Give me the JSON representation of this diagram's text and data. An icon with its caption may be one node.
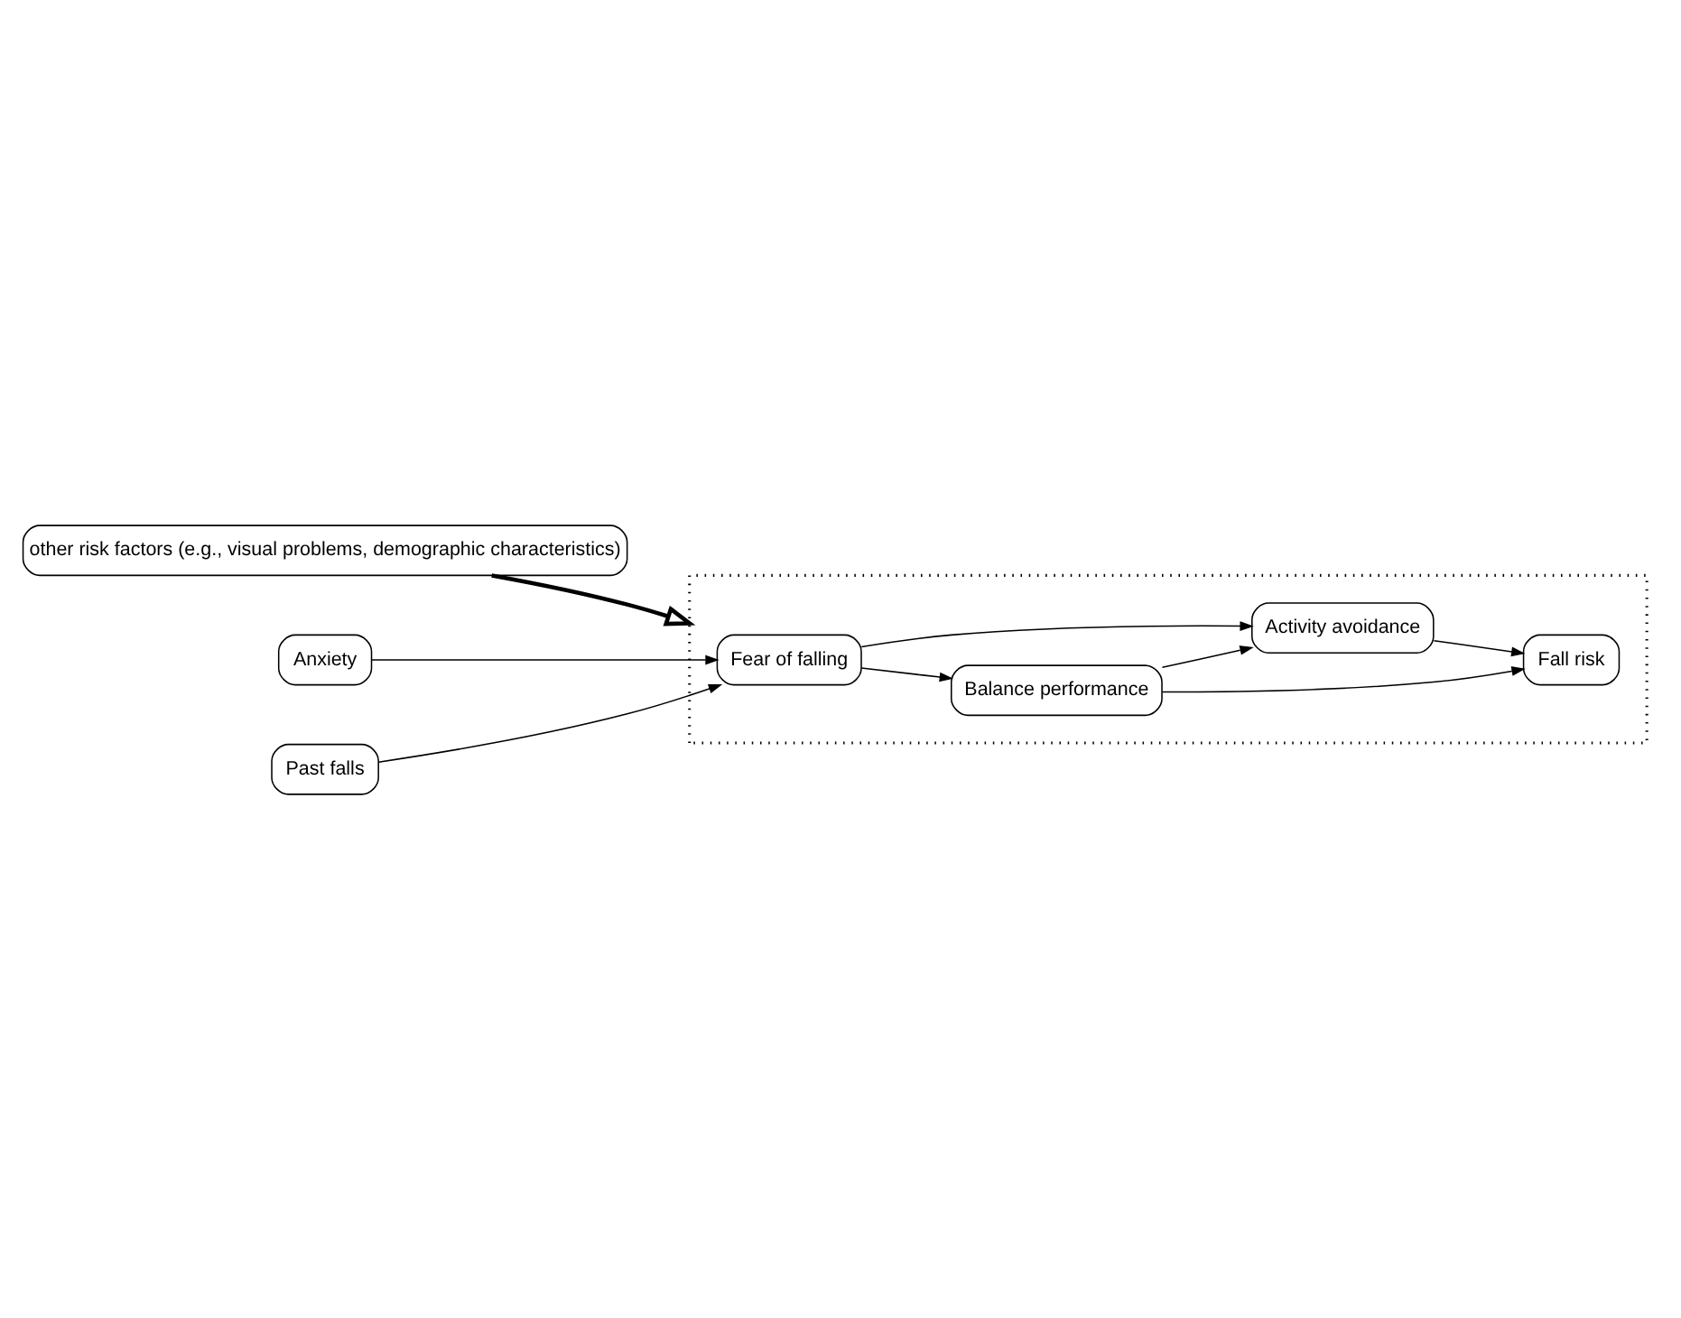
{
  "diagram": {
    "nodes": [
      {
        "text": [
          "other risk factors (e.g., visual problems, demographic characteristics)"
        ]
      },
      {
        "text": [],
        "shape": "box"
      },
      {
        "text": [
          "Anxiety"
        ]
      },
      {
        "text": [
          "Past falls"
        ]
      },
      {
        "text": [
          "Fear of falling"
        ],
        "in": 1
      },
      {
        "text": [
          "Balance performance"
        ],
        "in": 1
      },
      {
        "text": [
          "Activity avoidance"
        ],
        "in": 1
      },
      {
        "text": [
          "Fall risk"
        ],
        "in": 1
      }
    ],
    "edges": [
      {
        "from": 0,
        "to": 1,
        "arrow": "to",
        "style": "thick"
      },
      {
        "from": 2,
        "to": 4,
        "arrow": "to"
      },
      {
        "from": 3,
        "to": 4,
        "arrow": "to"
      },
      {
        "from": 4,
        "to": 5,
        "arrow": "to"
      },
      {
        "from": 4,
        "to": 6,
        "arrow": "to"
      },
      {
        "from": 5,
        "to": 6,
        "arrow": "to"
      },
      {
        "from": 5,
        "to": 7,
        "arrow": "to"
      },
      {
        "from": 6,
        "to": 7,
        "arrow": "to"
      }
    ]
  }
}
